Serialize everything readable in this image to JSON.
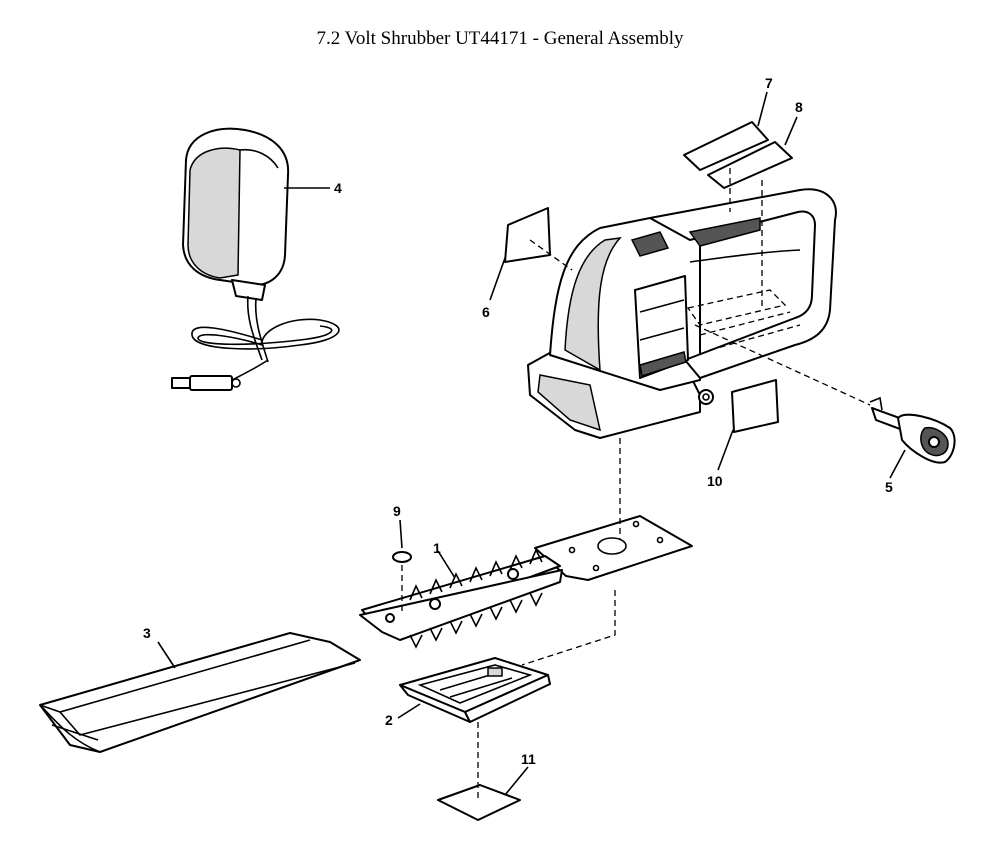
{
  "title": "7.2 Volt Shrubber UT44171 - General Assembly",
  "callouts": {
    "p1": "1",
    "p2": "2",
    "p3": "3",
    "p4": "4",
    "p5": "5",
    "p6": "6",
    "p7": "7",
    "p8": "8",
    "p9": "9",
    "p10": "10",
    "p11": "11"
  }
}
